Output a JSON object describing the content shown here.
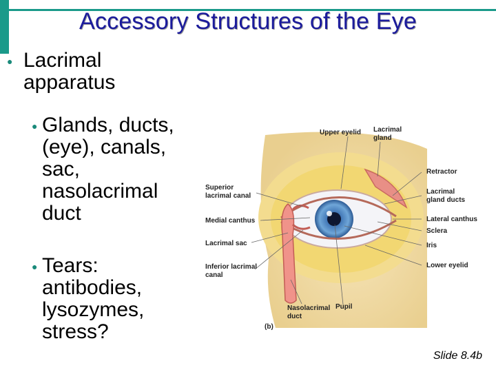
{
  "slide": {
    "title": "Accessory Structures of the Eye",
    "bullets": [
      {
        "text": "Lacrimal apparatus"
      },
      {
        "text": "Glands, ducts, (eye), canals, sac, nasolacrimal duct"
      },
      {
        "text": "Tears: antibodies, lysozymes, stress?"
      }
    ],
    "footer": "Slide 8.4b"
  },
  "figure": {
    "panel_label": "(b)",
    "labels": {
      "upper_eyelid": "Upper eyelid",
      "lacrimal_gland_1": "Lacrimal",
      "lacrimal_gland_2": "gland",
      "retractor": "Retractor",
      "superior_canal_1": "Superior",
      "superior_canal_2": "lacrimal canal",
      "lacrimal_ducts_1": "Lacrimal",
      "lacrimal_ducts_2": "gland ducts",
      "medial_canthus": "Medial canthus",
      "lateral_canthus": "Lateral canthus",
      "sclera": "Sclera",
      "lacrimal_sac": "Lacrimal sac",
      "iris": "Iris",
      "inferior_canal_1": "Inferior lacrimal",
      "inferior_canal_2": "canal",
      "lower_eyelid": "Lower eyelid",
      "nasolacrimal_1": "Nasolacrimal",
      "nasolacrimal_2": "duct",
      "pupil": "Pupil"
    }
  },
  "colors": {
    "accent": "#1a9a8a",
    "title": "#1b1b9c"
  }
}
